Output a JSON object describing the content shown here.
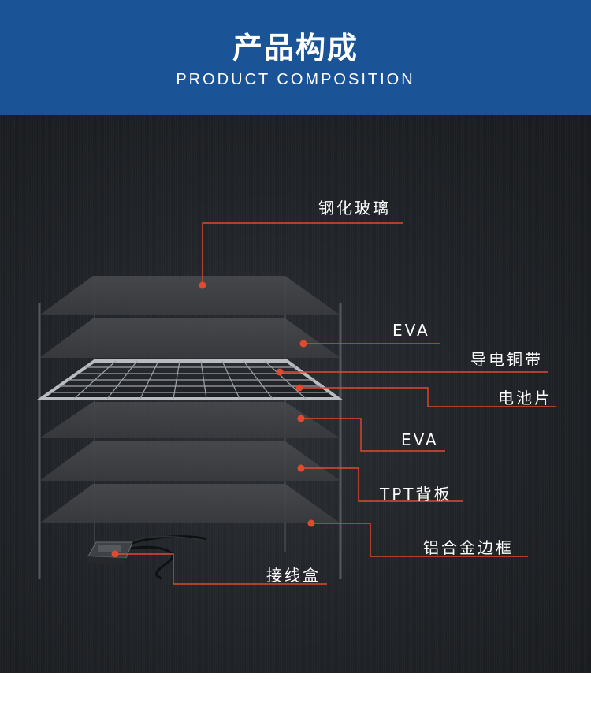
{
  "header": {
    "title": "产品构成",
    "subtitle": "PRODUCT COMPOSITION",
    "background_color": "#1b5496"
  },
  "diagram": {
    "accent_color": "#e04a2f",
    "layers": [
      {
        "id": "glass",
        "label": "钢化玻璃"
      },
      {
        "id": "eva-top",
        "label": "EVA"
      },
      {
        "id": "ribbon",
        "label": "导电铜带"
      },
      {
        "id": "cells",
        "label": "电池片"
      },
      {
        "id": "eva-bottom",
        "label": "EVA"
      },
      {
        "id": "backsheet",
        "label": "TPT背板"
      },
      {
        "id": "frame",
        "label": "铝合金边框"
      },
      {
        "id": "junction-box",
        "label": "接线盒"
      }
    ]
  }
}
